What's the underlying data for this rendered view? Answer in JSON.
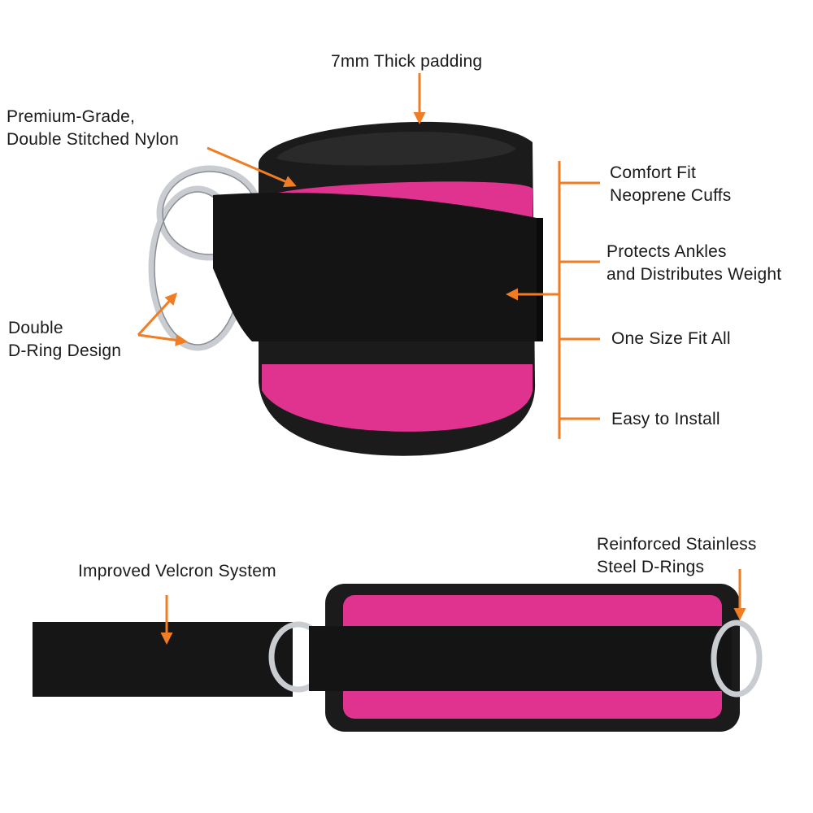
{
  "colors": {
    "accent_orange": "#f07c23",
    "strap_black": "#1b1b1b",
    "neoprene_pink": "#e0338f",
    "steel_ring": "#c9ccd0",
    "background": "#ffffff"
  },
  "labels": {
    "padding": "7mm Thick padding",
    "nylon": [
      "Premium-Grade,",
      "Double Stitched Nylon"
    ],
    "dring": [
      "Double",
      "D-Ring Design"
    ],
    "comfort": [
      "Comfort Fit",
      "Neoprene Cuffs"
    ],
    "protects": [
      "Protects Ankles",
      "and Distributes Weight"
    ],
    "size": "One Size Fit All",
    "install": "Easy to Install",
    "velcro": "Improved Velcron System",
    "rings": [
      "Reinforced Stainless",
      "Steel D-Rings"
    ]
  }
}
